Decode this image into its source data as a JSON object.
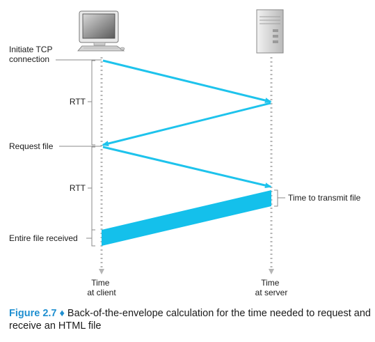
{
  "labels": {
    "initiate": [
      "Initiate TCP",
      "connection"
    ],
    "rtt1": "RTT",
    "request": "Request file",
    "rtt2": "RTT",
    "transmit": "Time to transmit file",
    "received": "Entire file received",
    "client_time": [
      "Time",
      "at client"
    ],
    "server_time": [
      "Time",
      "at server"
    ]
  },
  "caption": {
    "figure": "Figure 2.7",
    "text": "Back-of-the-envelope calculation for the time needed to request and receive an HTML file"
  },
  "colors": {
    "arrow": "#1ec3ec",
    "timeline": "#b5b5b5",
    "bracket": "#8a8a8a",
    "figure_label": "#1f8fd0"
  },
  "icons": {
    "client": "desktop-computer-icon",
    "server": "tower-server-icon"
  }
}
